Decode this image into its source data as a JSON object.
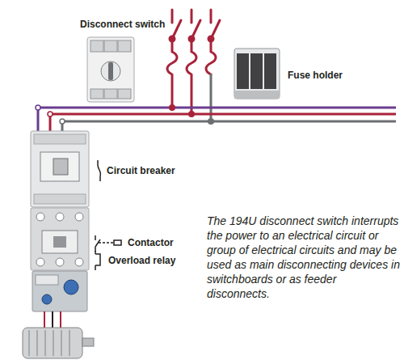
{
  "diagram": {
    "caption": "The 194U disconnect switch interrupts the power to an electrical circuit or group of electrical circuits and may be used as main disconnecting devices in switchboards or as feeder disconnects.",
    "labels": [
      "Disconnect switch",
      "Fuse holder",
      "Circuit breaker",
      "Contactor",
      "Overload relay"
    ]
  }
}
